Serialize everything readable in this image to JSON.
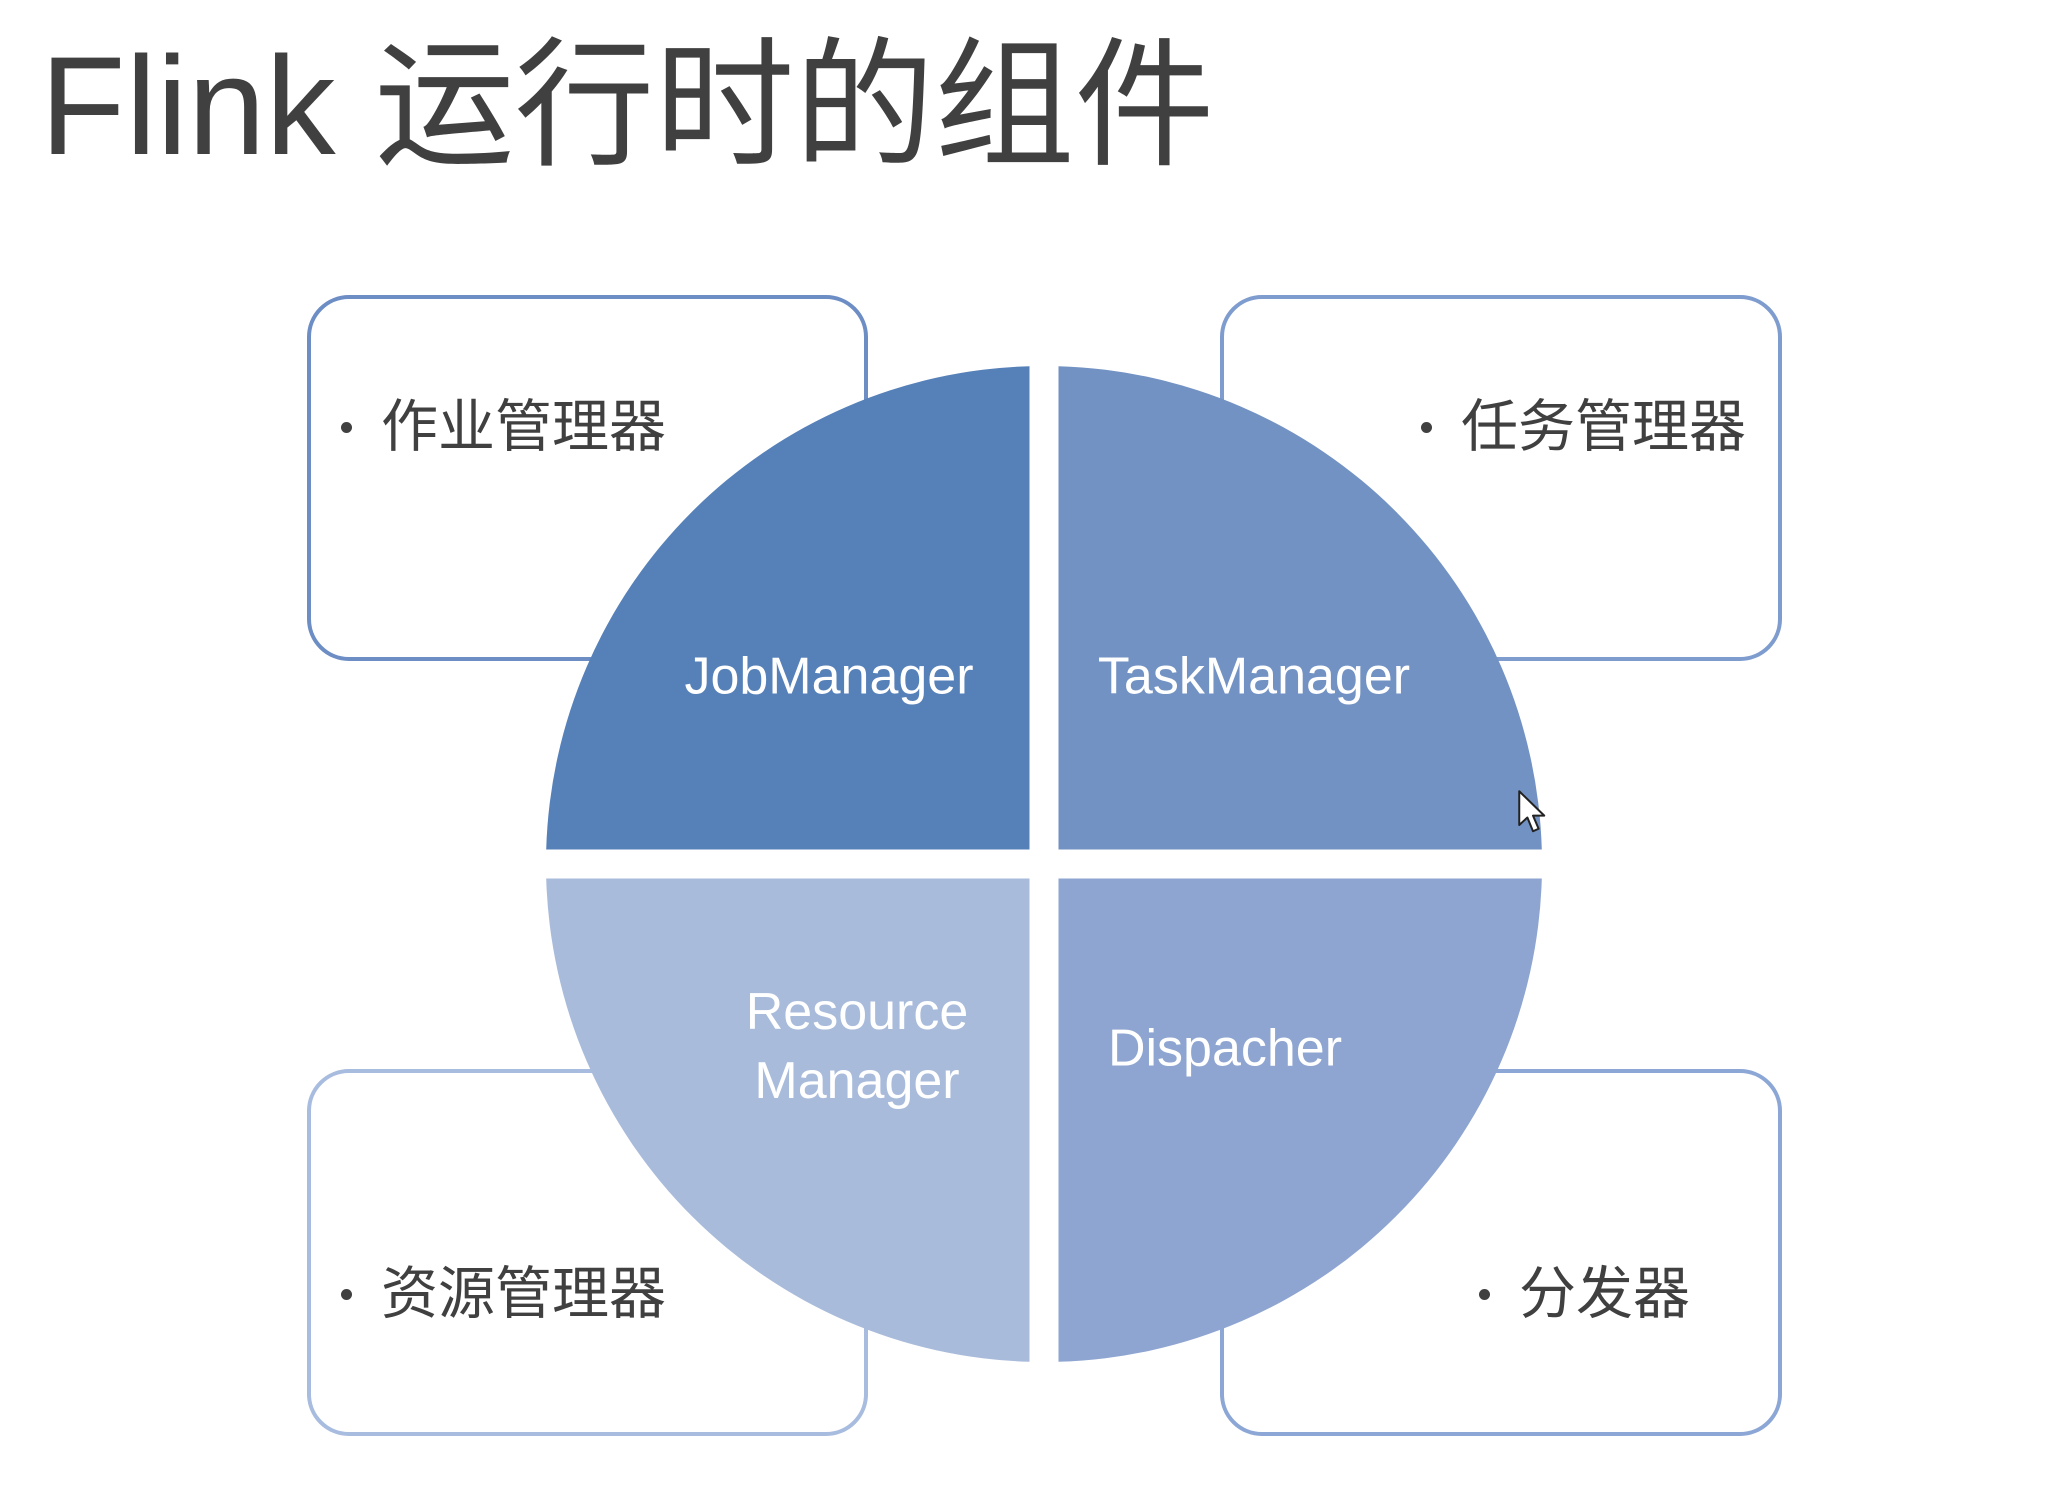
{
  "slide": {
    "title": "Flink 运行时的组件"
  },
  "quadrants": [
    {
      "lines": [
        "JobManager"
      ],
      "color": "#5580b8"
    },
    {
      "lines": [
        "TaskManager"
      ],
      "color": "#7292c3"
    },
    {
      "lines": [
        "Resource",
        "Manager"
      ],
      "color": "#a9bbdb"
    },
    {
      "lines": [
        "Dispacher"
      ],
      "color": "#8da5d0"
    }
  ],
  "boxes": [
    {
      "text": "作业管理器",
      "border_color": "#6d8dc5"
    },
    {
      "text": "任务管理器",
      "border_color": "#7e9cce"
    },
    {
      "text": "资源管理器",
      "border_color": "#a8bcdf"
    },
    {
      "text": "分发器",
      "border_color": "#8ca7d5"
    }
  ],
  "icons": {
    "cursor": "mouse-pointer-icon",
    "bullet": "bullet-dot-icon"
  }
}
